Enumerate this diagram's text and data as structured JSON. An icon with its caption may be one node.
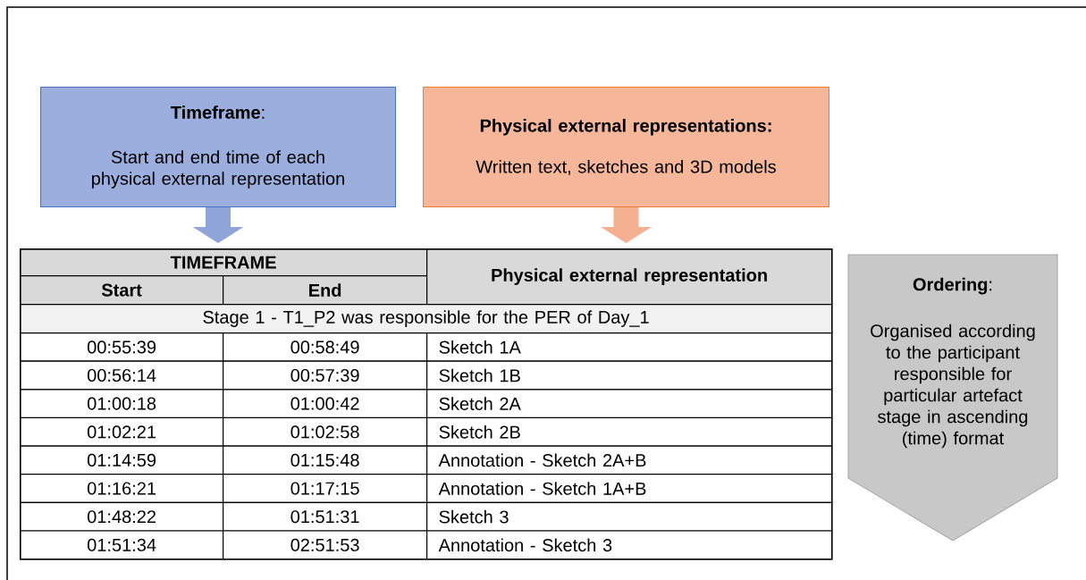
{
  "diagram": {
    "nodes": [
      {
        "text": [
          "**Timeframe**:",
          "Start and end time of each physical external representation"
        ]
      },
      {
        "text": [
          "**Physical external representations:**",
          "Written text, sketches and 3D models"
        ]
      },
      {
        "text": [],
        "shape": "table"
      },
      {
        "text": [
          "**Ordering**:",
          "Organised according to the participant responsible for particular artefact stage in ascending (time) format"
        ]
      }
    ],
    "edges": [
      {
        "from": 0,
        "to": 2,
        "arrow": "to",
        "color": "#8fa5d9"
      },
      {
        "from": 1,
        "to": 2,
        "arrow": "to",
        "color": "#f4b090"
      }
    ],
    "labels": [
      "TIMEFRAME",
      "Start",
      "End",
      "Physical external representation",
      "Stage 1 - T1_P2 was responsible for the PER of Day_1",
      "00:55:39",
      "00:58:49",
      "Sketch 1A",
      "00:56:14",
      "00:57:39",
      "Sketch 1B",
      "01:00:18",
      "01:00:42",
      "Sketch 2A",
      "01:02:21",
      "01:02:58",
      "Sketch 2B",
      "01:14:59",
      "01:15:48",
      "Annotation - Sketch 2A+B",
      "01:16:21",
      "01:17:15",
      "Annotation - Sketch 1A+B",
      "01:48:22",
      "01:51:31",
      "Sketch 3",
      "01:51:34",
      "02:51:53",
      "Annotation - Sketch 3"
    ]
  }
}
